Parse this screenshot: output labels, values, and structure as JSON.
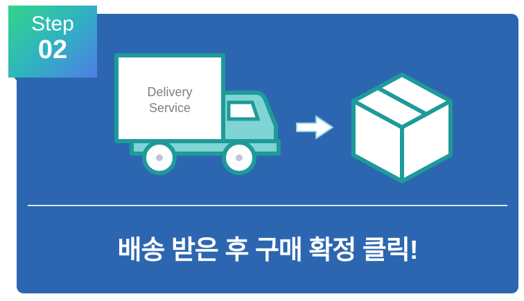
{
  "badge": {
    "step_label": "Step",
    "step_number": "02"
  },
  "truck": {
    "label_line1": "Delivery",
    "label_line2": "Service"
  },
  "caption": "배송 받은 후 구매 확정 클릭!",
  "colors": {
    "card": "#2d66b0",
    "truck_cab": "#7fd4d4",
    "outline": "#1e9a9a",
    "white": "#ffffff"
  },
  "icons": [
    "truck-icon",
    "arrow-right-icon",
    "box-icon"
  ]
}
